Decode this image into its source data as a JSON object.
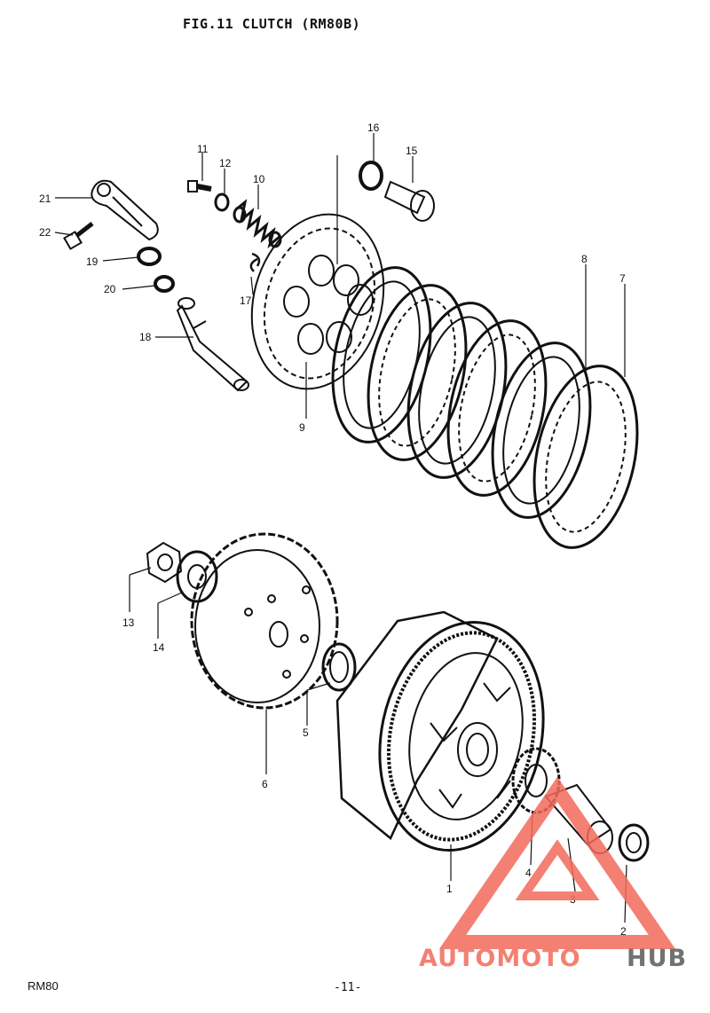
{
  "header": {
    "figure_title": "FIG.11  CLUTCH (RM80B)"
  },
  "footer": {
    "model": "RM80",
    "page_number": "-11-"
  },
  "callouts": [
    "1",
    "2",
    "3",
    "4",
    "5",
    "6",
    "7",
    "8",
    "9",
    "10",
    "11",
    "12",
    "13",
    "14",
    "15",
    "16",
    "17",
    "18",
    "19",
    "20",
    "21",
    "22"
  ],
  "watermark": {
    "part1": "AUTOMOTO",
    "part2": "HUB",
    "color_primary": "#f26b5b",
    "color_secondary": "#5a5a5a"
  }
}
